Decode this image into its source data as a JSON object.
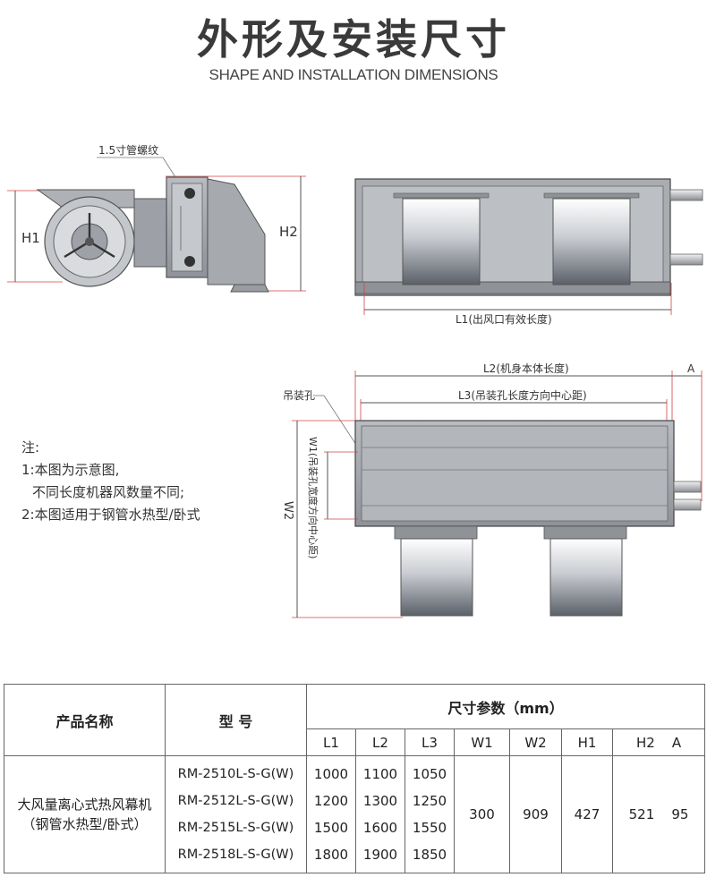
{
  "header": {
    "title": "外形及安装尺寸",
    "subtitle": "SHAPE AND INSTALLATION DIMENSIONS"
  },
  "drawing_labels": {
    "thread": "1.5寸管螺纹",
    "h1": "H1",
    "h2": "H2",
    "l1": "L1(出风口有效长度)",
    "l2": "L2(机身本体长度)",
    "a": "A",
    "l3": "L3(吊装孔长度方向中心距)",
    "hanging_hole": "吊装孔",
    "w1": "W1(吊装孔宽度方向中心距)",
    "w2": "W2"
  },
  "notes": {
    "heading": "注:",
    "line1": "1:本图为示意图,",
    "line2": "不同长度机器风数量不同;",
    "line3": "2:本图适用于钢管水热型/卧式"
  },
  "table": {
    "col_product": "产品名称",
    "col_model": "型 号",
    "col_dims": "尺寸参数（mm）",
    "sub_headers": [
      "L1",
      "L2",
      "L3",
      "W1",
      "W2",
      "H1",
      "H2",
      "A"
    ],
    "product_line1": "大风量离心式热风幕机",
    "product_line2": "（钢管水热型/卧式）",
    "rows": [
      {
        "model": "RM-2510L-S-G(W)",
        "l1": "1000",
        "l2": "1100",
        "l3": "1050"
      },
      {
        "model": "RM-2512L-S-G(W)",
        "l1": "1200",
        "l2": "1300",
        "l3": "1250"
      },
      {
        "model": "RM-2515L-S-G(W)",
        "l1": "1500",
        "l2": "1600",
        "l3": "1550"
      },
      {
        "model": "RM-2518L-S-G(W)",
        "l1": "1800",
        "l2": "1900",
        "l3": "1850"
      }
    ],
    "w1": "300",
    "w2": "909",
    "h1": "427",
    "h2": "521",
    "a": "95"
  }
}
